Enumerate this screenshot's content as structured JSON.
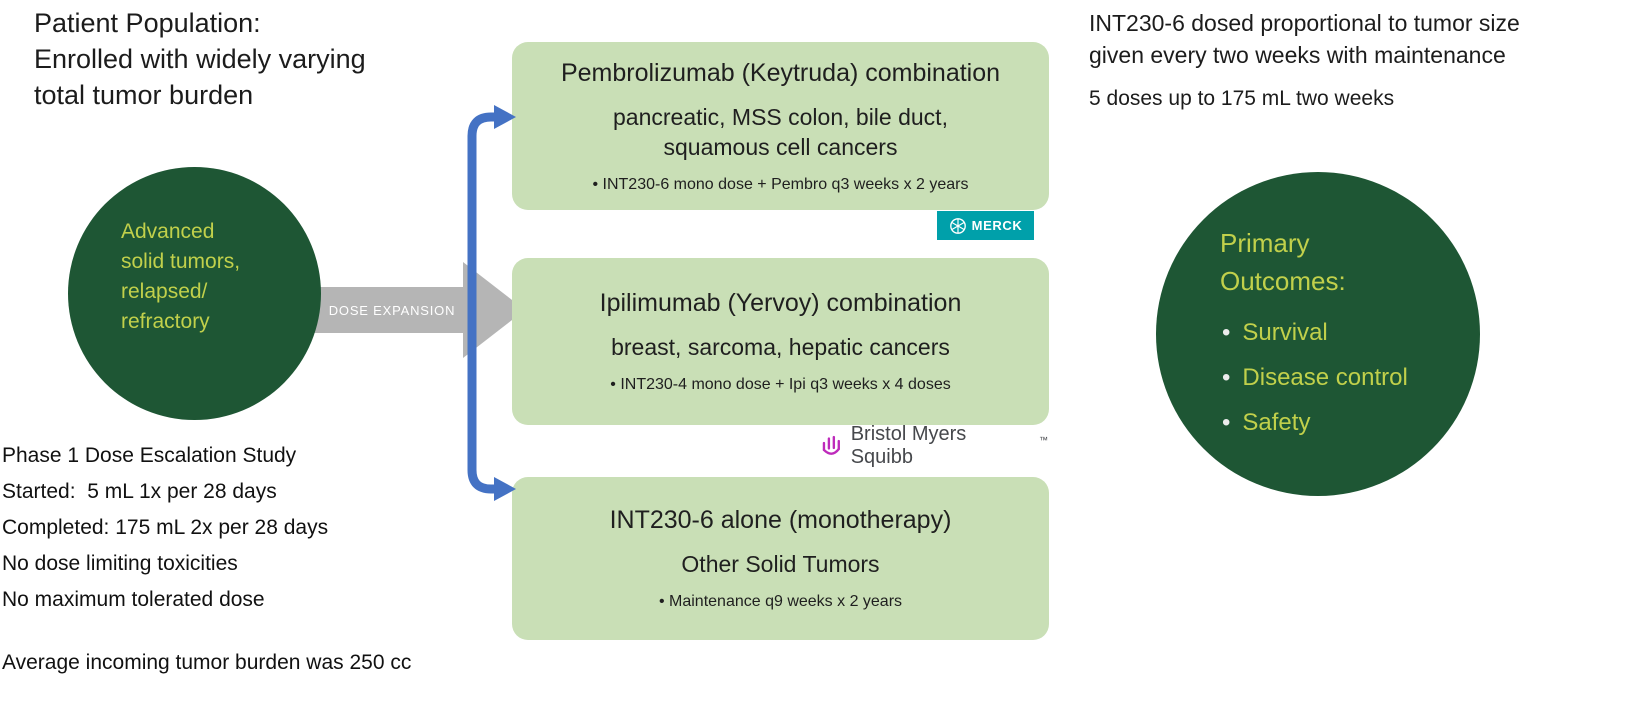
{
  "colors": {
    "dark_green": "#1e5634",
    "accent_green": "#c1d04b",
    "light_green": "#c9dfb6",
    "arrow_blue": "#4472c4",
    "arrow_gray": "#b5b5b5",
    "merck_teal": "#00a0aa",
    "bms_magenta": "#be2bbb"
  },
  "patient_population": {
    "title": "Patient Population:\nEnrolled with widely varying\ntotal tumor burden"
  },
  "patient_circle": {
    "label": "Advanced\nsolid tumors,\nrelapsed/\nrefractory"
  },
  "dose_expansion": {
    "label": "DOSE EXPANSION"
  },
  "study_notes": {
    "lines": [
      "Phase 1 Dose Escalation Study",
      "Started:  5 mL 1x per 28 days",
      "Completed: 175 mL 2x per 28 days",
      "No dose limiting toxicities",
      "No maximum tolerated dose"
    ],
    "footer": "Average incoming tumor burden was 250 cc"
  },
  "arms": [
    {
      "title": "Pembrolizumab (Keytruda) combination",
      "subtitle": "pancreatic, MSS colon, bile duct,\nsquamous cell cancers",
      "bullet": "INT230-6 mono dose + Pembro q3 weeks x 2 years"
    },
    {
      "title": "Ipilimumab (Yervoy) combination",
      "subtitle": "breast, sarcoma, hepatic cancers",
      "bullet": "INT230-4 mono dose + Ipi q3 weeks x 4 doses"
    },
    {
      "title": "INT230-6 alone (monotherapy)",
      "subtitle": "Other Solid Tumors",
      "bullet": "Maintenance q9 weeks x 2 years"
    }
  ],
  "logos": {
    "merck": "MERCK",
    "bms_name": "Bristol Myers Squibb",
    "bms_tm": "™"
  },
  "dosing_note": {
    "line1": "INT230-6 dosed proportional to tumor size\ngiven every two weeks with maintenance",
    "line2": "5 doses up to 175 mL two weeks"
  },
  "outcomes": {
    "heading": "Primary\nOutcomes:",
    "items": [
      "Survival",
      "Disease control",
      "Safety"
    ]
  }
}
